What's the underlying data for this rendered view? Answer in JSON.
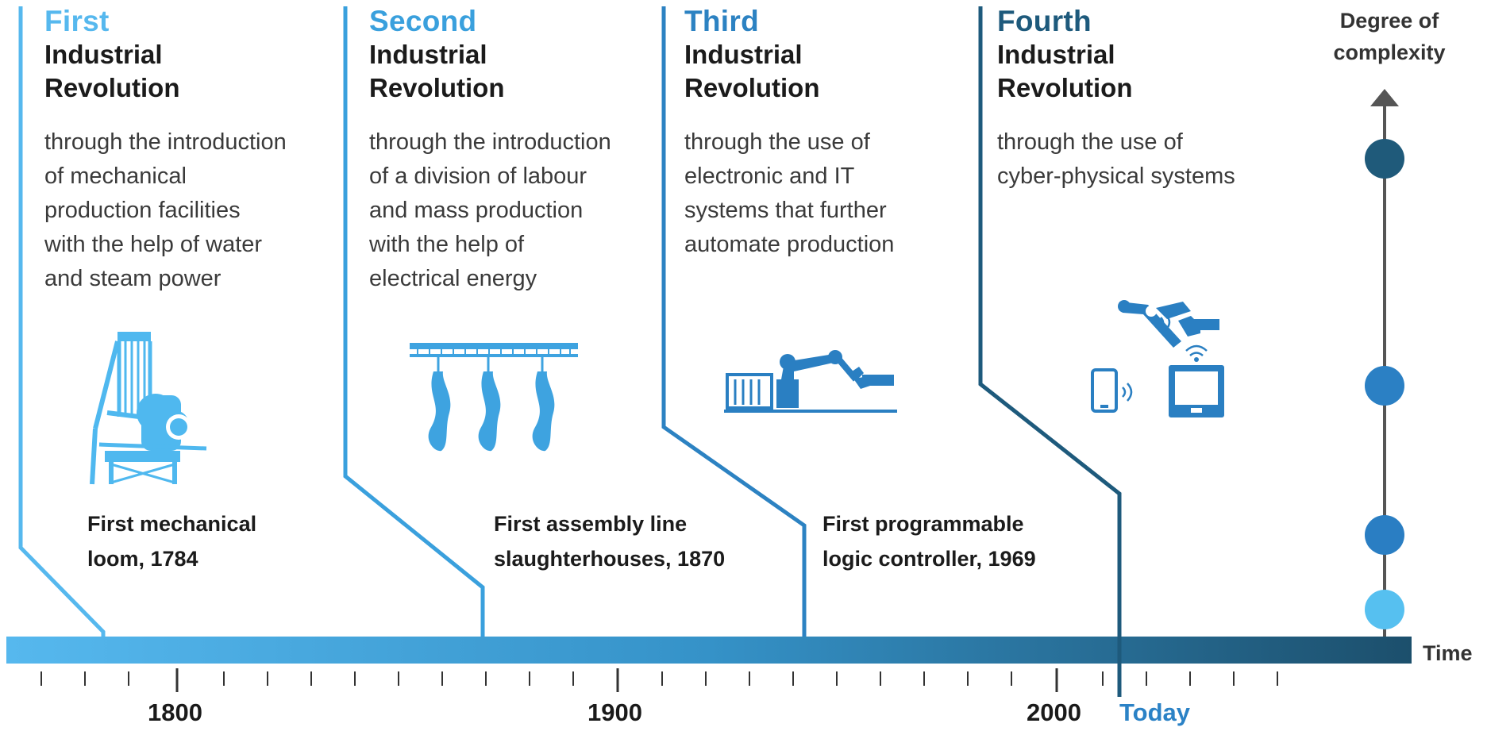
{
  "revolutions": [
    {
      "ordinal": "First",
      "title_line1": "Industrial",
      "title_line2": "Revolution",
      "description": [
        "through the introduction",
        "of mechanical",
        "production facilities",
        "with the help of water",
        "and steam power"
      ],
      "milestone": [
        "First mechanical",
        "loom, 1784"
      ],
      "color": "#56b8ee"
    },
    {
      "ordinal": "Second",
      "title_line1": "Industrial",
      "title_line2": "Revolution",
      "description": [
        "through the introduction",
        "of a division of labour",
        "and mass production",
        "with the help of",
        "electrical energy"
      ],
      "milestone": [
        "First assembly line",
        "slaughterhouses, 1870"
      ],
      "color": "#3aa0dd"
    },
    {
      "ordinal": "Third",
      "title_line1": "Industrial",
      "title_line2": "Revolution",
      "description": [
        "through the use of",
        "electronic and IT",
        "systems that further",
        "automate production"
      ],
      "milestone": [
        "First programmable",
        "logic controller, 1969"
      ],
      "color": "#2c82c2"
    },
    {
      "ordinal": "Fourth",
      "title_line1": "Industrial",
      "title_line2": "Revolution",
      "description": [
        "through the use of",
        "cyber-physical systems"
      ],
      "milestone": [],
      "color": "#1e5a7c"
    }
  ],
  "axis": {
    "y_label_line1": "Degree of",
    "y_label_line2": "complexity",
    "x_label": "Time",
    "years": [
      "1800",
      "1900",
      "2000"
    ],
    "today_label": "Today"
  },
  "icons": [
    "loom-icon",
    "slaughter-line-icon",
    "robot-arm-conveyor-icon",
    "cyber-physical-devices-icon"
  ],
  "colors": {
    "bar_start": "#56b8ee",
    "bar_end": "#1c4f6c",
    "complexity_dots": [
      "#1f5a7a",
      "#2b80c4",
      "#2a7ec3",
      "#56c0f0"
    ]
  }
}
